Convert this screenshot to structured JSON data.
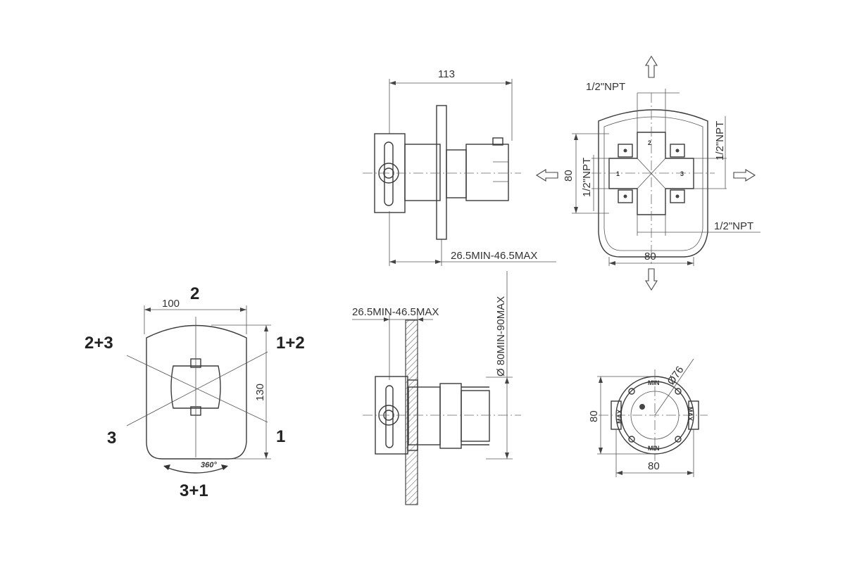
{
  "dimensions": {
    "top_width": "113",
    "depth_range_top": "26.5MIN-46.5MAX",
    "npt": "1/2\"NPT",
    "size_80": "80",
    "plate_width": "100",
    "plate_height": "130",
    "depth_range_side": "26.5MIN-46.5MAX",
    "diameter_range": "Ø 80MIN-90MAX",
    "diameter_76": "Ø76"
  },
  "ports": {
    "p1": "1",
    "p2": "2",
    "p3": "3"
  },
  "positions": {
    "pos_2": "2",
    "pos_2_3": "2+3",
    "pos_1_2": "1+2",
    "pos_3": "3",
    "pos_1": "1",
    "pos_3_1": "3+1",
    "rotation": "360°"
  },
  "dial": {
    "min": "MIN",
    "max": "MAX"
  }
}
